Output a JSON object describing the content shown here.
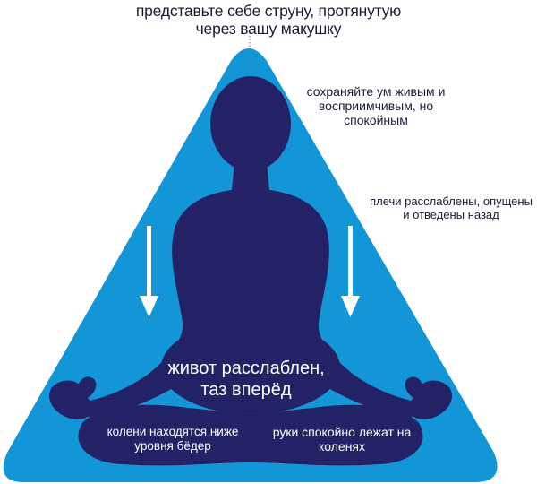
{
  "colors": {
    "background": "#ffffff",
    "triangle": "#1396d8",
    "silhouette": "#242266",
    "arrows": "#ffffff",
    "text_dark": "#1b1b33",
    "text_light": "#ffffff"
  },
  "labels": {
    "top": "представьте себе струну, протянутую через вашу макушку",
    "mind": "сохраняйте ум живым и восприимчивым, но спокойным",
    "shoulders": "плечи расслаблены, опущены и отведены назад",
    "belly": "живот расслаблен, таз вперёд",
    "knees": "колени находятся ниже уровня бёдер",
    "hands": "руки спокойно лежат на коленях"
  },
  "icons": {
    "figure": "meditating-figure-icon",
    "left_arrow": "down-arrow-icon",
    "right_arrow": "down-arrow-icon"
  }
}
